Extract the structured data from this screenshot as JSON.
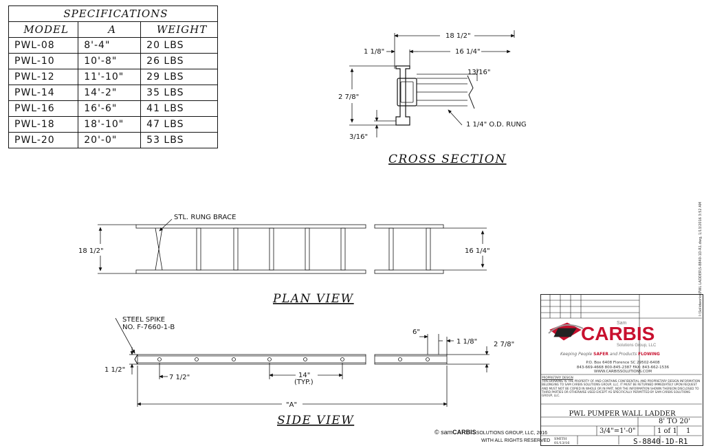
{
  "specifications": {
    "title": "SPECIFICATIONS",
    "headers": [
      "MODEL",
      "A",
      "WEIGHT"
    ],
    "rows": [
      [
        "PWL-08",
        "8'-4\"",
        "20 LBS"
      ],
      [
        "PWL-10",
        "10'-8\"",
        "26 LBS"
      ],
      [
        "PWL-12",
        "11'-10\"",
        "29 LBS"
      ],
      [
        "PWL-14",
        "14'-2\"",
        "35 LBS"
      ],
      [
        "PWL-16",
        "16'-6\"",
        "41 LBS"
      ],
      [
        "PWL-18",
        "18'-10\"",
        "47 LBS"
      ],
      [
        "PWL-20",
        "20'-0\"",
        "53 LBS"
      ]
    ]
  },
  "cross_section": {
    "title": "CROSS SECTION",
    "dims": {
      "overall_width": "18 1/2\"",
      "flange": "1 1/8\"",
      "inner_width": "16 1/4\"",
      "rung_inset": "13/16\"",
      "height": "2 7/8\"",
      "bottom": "3/16\"",
      "rung_label": "1 1/4\" O.D. RUNG"
    }
  },
  "plan_view": {
    "title": "PLAN VIEW",
    "brace_label": "STL. RUNG BRACE",
    "outer_dim": "18 1/2\"",
    "inner_dim": "16 1/4\""
  },
  "side_view": {
    "title": "SIDE VIEW",
    "spike_label_1": "STEEL SPIKE",
    "spike_label_2": "NO. F-7660-1-B",
    "dim_end": "1 1/2\"",
    "dim_first_hole": "7 1/2\"",
    "dim_spacing": "14\"",
    "dim_typ": "(TYP.)",
    "dim_length": "\"A\"",
    "dim_last": "6\"",
    "dim_end_right": "1 1/8\"",
    "dim_height": "2 7/8\""
  },
  "title_block": {
    "company": "CARBIS",
    "company_prefix": "Sam",
    "company_sub": "Solutions Group, LLC",
    "tagline_pre": "Keeping People",
    "tagline_safer": "SAFER",
    "tagline_mid": "and Products",
    "tagline_flowing": "FLOWING",
    "address_1": "P.O. Box 6408   Florence SC 29502-6408",
    "address_2": "843-669-4668     800-845-2387     FAX: 843-662-1536",
    "address_3": "WWW.CARBISSOLUTIONS.COM",
    "proprietary_head": "PROPRIETARY DESIGN",
    "proprietary_text": "THIS DRAWING IS THE PROPERTY OF AND CONTAINS CONFIDENTIAL AND PROPRIETARY DESIGN INFORMATION BELONGING TO SAM CARBIS SOLUTIONS GROUP, LLC. IT MUST BE RETURNED IMMEDIATELY UPON REQUEST AND MUST NOT BE COPIED IN WHOLE OR IN PART, NOR THE INFORMATION SHOWN THEREON DISCLOSED TO THIRD PARTIES OR OTHERWISE USED EXCEPT AS SPECIFICALLY PERMITTED BY SAM CARBIS SOLUTIONS GROUP, LLC.",
    "project": "PWL PUMPER WALL LADDER",
    "range": "8' TO 20'",
    "scale": "3/4\"=1'-0\"",
    "sheet": "1 of 1",
    "rev": "1",
    "drawing_number": "S-8840-1D-R1",
    "drawn_by": "SMITH",
    "date": "01/13/16"
  },
  "copyright": {
    "prefix": "© sam",
    "brand": "CARBIS",
    "suffix": "SOLUTIONS GROUP, LLC, 2016",
    "rights": "WITH ALL RIGHTS RESERVED"
  },
  "file_path": "I:\\Solidworks\\PWL LADDER\\S-8840-1D-R1.dwg, 1/13/2016 3:52 AM"
}
